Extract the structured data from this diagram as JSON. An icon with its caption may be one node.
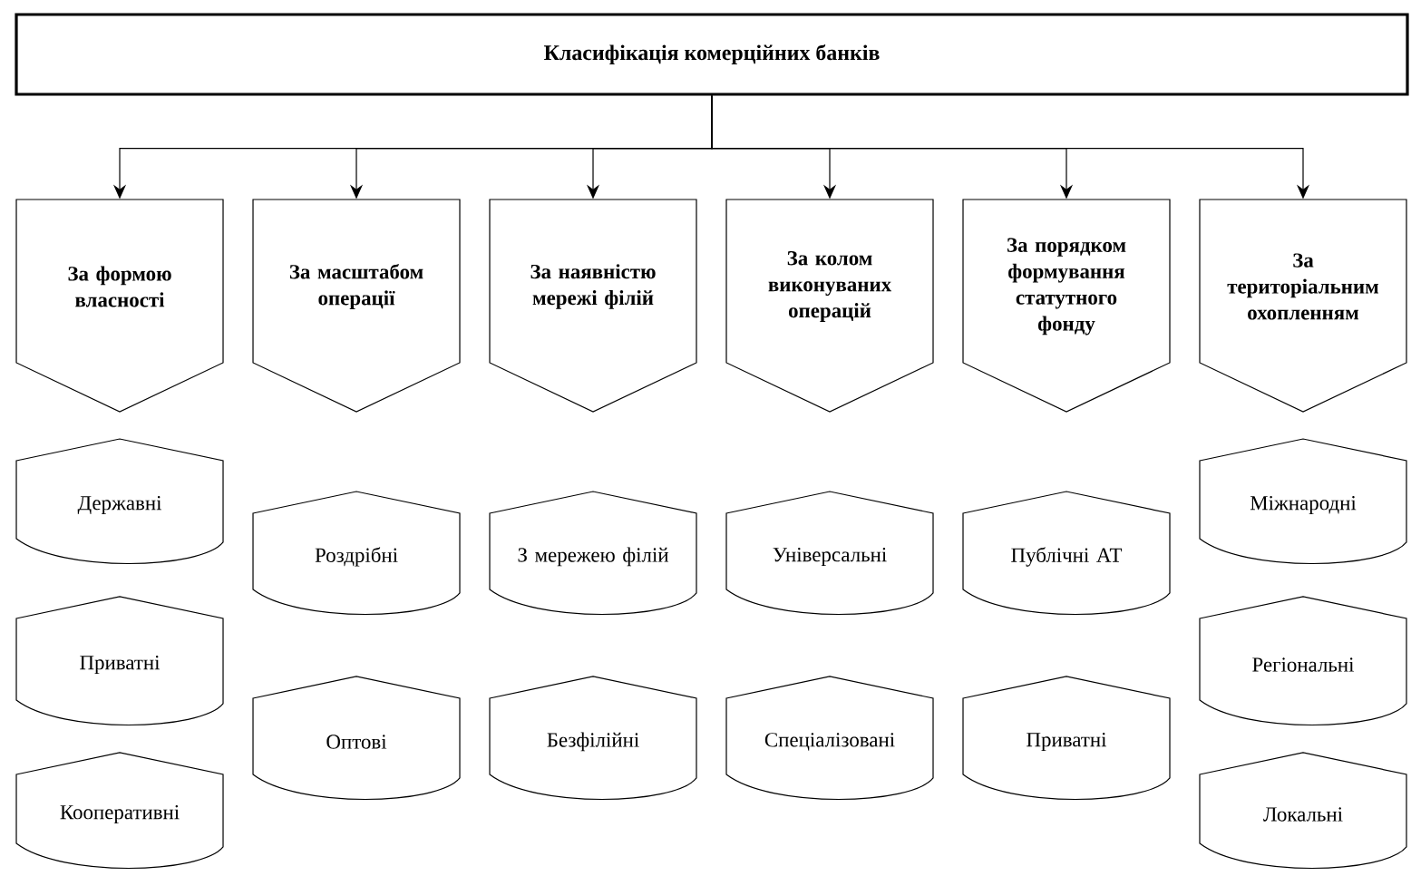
{
  "diagram": {
    "nodes": [
      {
        "text": [
          "Класифікація комерційних банків"
        ]
      },
      {
        "text": [
          "За формою власності"
        ]
      },
      {
        "text": [
          "За масштабом операції"
        ]
      },
      {
        "text": [
          "За наявністю мережі філій"
        ]
      },
      {
        "text": [
          "За колом виконуваних операцій"
        ]
      },
      {
        "text": [
          "За порядком формування статутного фонду"
        ]
      },
      {
        "text": [
          "За територіальним охопленням"
        ]
      },
      {
        "text": [
          "Державні"
        ]
      },
      {
        "text": [
          "Приватні"
        ]
      },
      {
        "text": [
          "Кооперативні"
        ]
      },
      {
        "text": [
          "Роздрібні"
        ]
      },
      {
        "text": [
          "Оптові"
        ]
      },
      {
        "text": [
          "З мережею філій"
        ]
      },
      {
        "text": [
          "Безфілійні"
        ]
      },
      {
        "text": [
          "Універсальні"
        ]
      },
      {
        "text": [
          "Спеціалізовані"
        ]
      },
      {
        "text": [
          "Публічні АТ"
        ]
      },
      {
        "text": [
          "Приватні"
        ]
      },
      {
        "text": [
          "Міжнародні"
        ]
      },
      {
        "text": [
          "Регіональні"
        ]
      },
      {
        "text": [
          "Локальні"
        ]
      }
    ],
    "edges": [
      {
        "from": 0,
        "to": 1,
        "arrow": "to"
      },
      {
        "from": 0,
        "to": 2,
        "arrow": "to"
      },
      {
        "from": 0,
        "to": 3,
        "arrow": "to"
      },
      {
        "from": 0,
        "to": 4,
        "arrow": "to"
      },
      {
        "from": 0,
        "to": 5,
        "arrow": "to"
      },
      {
        "from": 0,
        "to": 6,
        "arrow": "to"
      }
    ]
  }
}
